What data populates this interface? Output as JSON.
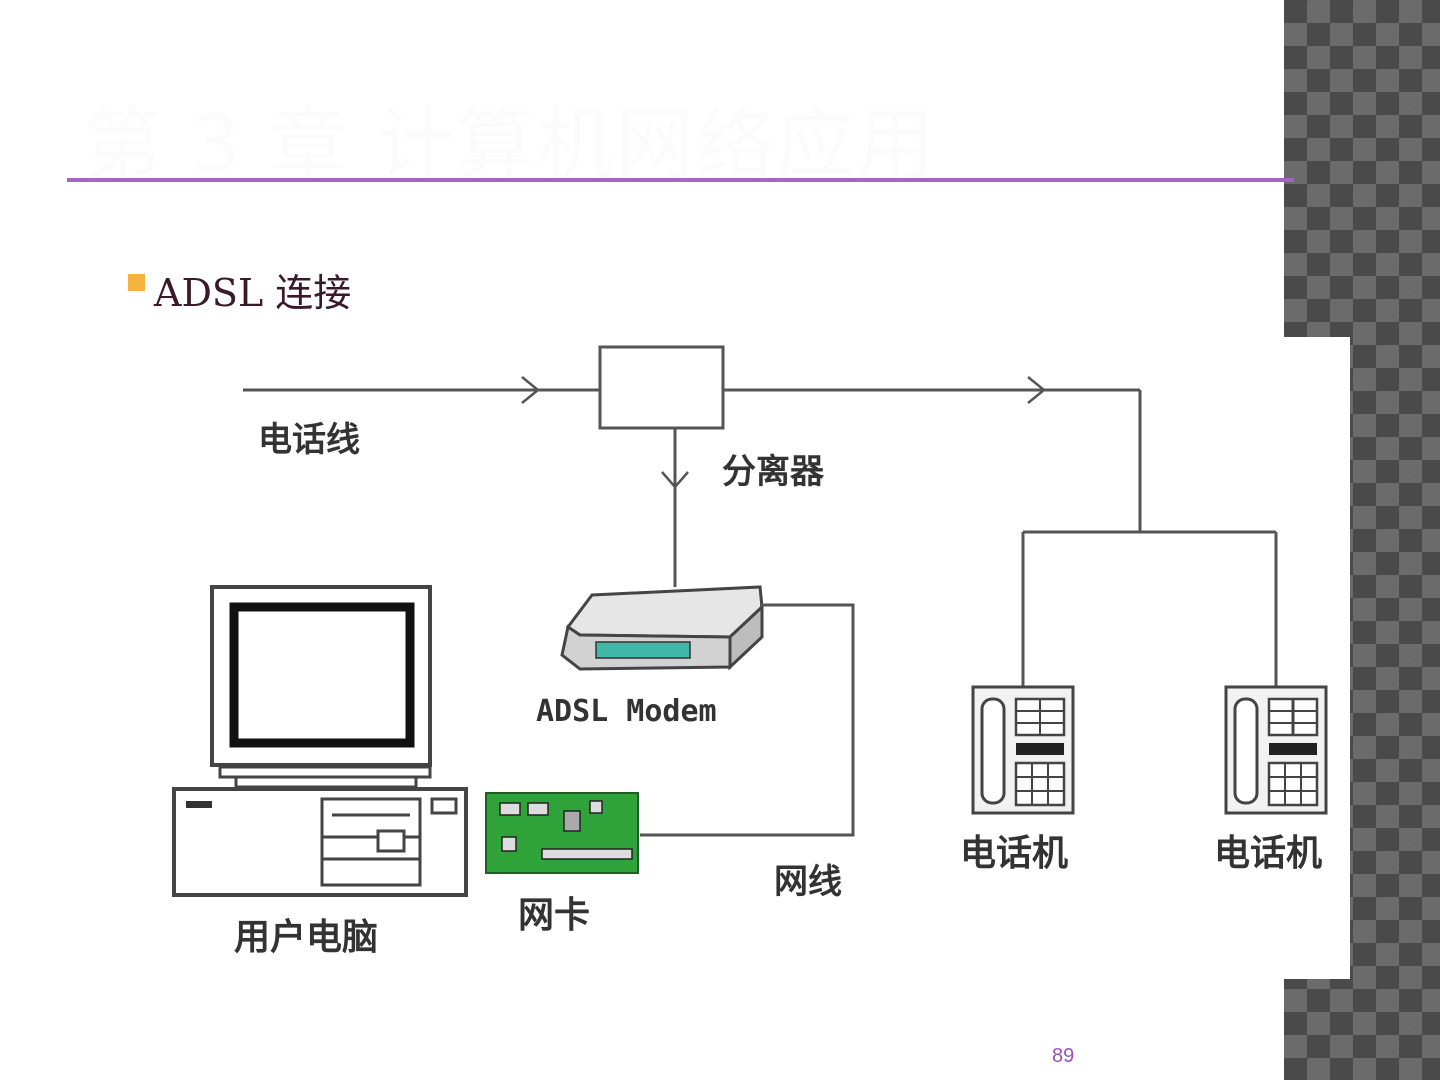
{
  "slide": {
    "title": "第 3 章 计算机网络应用",
    "bullet": "ADSL 连接",
    "page_number": "89"
  },
  "colors": {
    "title_rule": "#a565c4",
    "bullet_marker": "#f4b43c",
    "page_number": "#9a4fb5",
    "nic_board": "#2fa23a",
    "modem_lights": "#3fb8a8"
  },
  "diagram": {
    "labels": {
      "phone_line": "电话线",
      "splitter": "分离器",
      "modem": "ADSL Modem",
      "pc": "用户电脑",
      "nic": "网卡",
      "network_cable": "网线",
      "phone_1": "电话机",
      "phone_2": "电话机"
    }
  }
}
